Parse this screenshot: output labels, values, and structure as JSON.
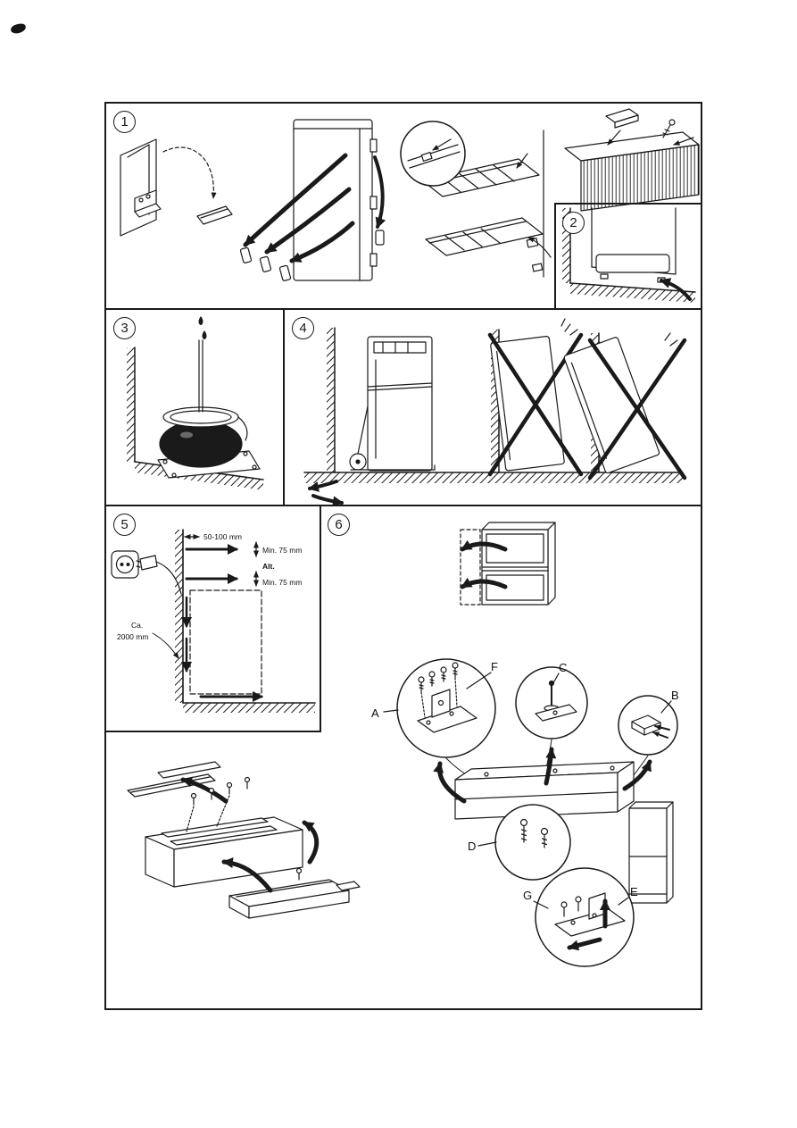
{
  "document": {
    "kind": "appliance installation manual page (scanned line-art figures)",
    "paper_color": "#ffffff",
    "ink_color": "#1a1a1a"
  },
  "panels": {
    "p1": {
      "number": "1"
    },
    "p2": {
      "number": "2"
    },
    "p3": {
      "number": "3"
    },
    "p4": {
      "number": "4"
    },
    "p5": {
      "number": "5",
      "labels": {
        "wall_gap": "50-100 mm",
        "min_clearance_top": "Min. 75 mm",
        "alt": "Alt.",
        "min_clearance_alt": "Min. 75 mm",
        "cord_ca": "Ca.",
        "cord_length": "2000 mm"
      }
    },
    "p6": {
      "number": "6",
      "callouts": {
        "a": "A",
        "b": "B",
        "c": "C",
        "d": "D",
        "e": "E",
        "f": "F",
        "g": "G"
      }
    }
  }
}
